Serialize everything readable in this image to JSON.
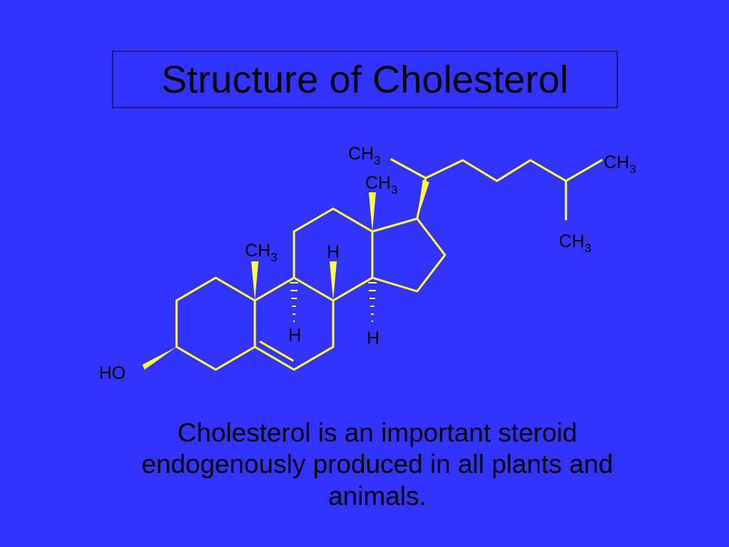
{
  "slide": {
    "title": "Structure of Cholesterol",
    "caption_lines": [
      "Cholesterol is an important steroid",
      "endogenously produced in all plants and",
      "animals."
    ]
  },
  "molecule": {
    "labels": {
      "ch_prefix": "CH",
      "ch_sub": "3",
      "h": "H",
      "ho": "HO"
    }
  },
  "colors": {
    "background": "#3333ff",
    "bond": "#ffff33",
    "text": "#000000"
  }
}
